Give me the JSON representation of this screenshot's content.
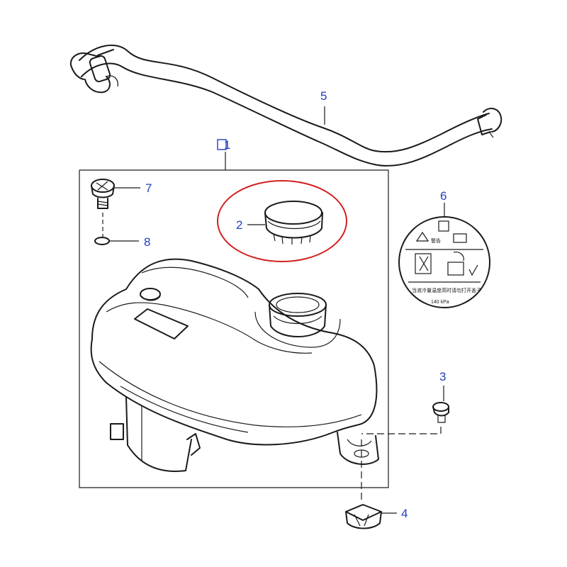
{
  "diagram": {
    "colors": {
      "callout_text": "#1f3fbf",
      "line": "#1a1a1a",
      "highlight": "#d22020"
    },
    "callouts": [
      {
        "id": "1",
        "text": "1"
      },
      {
        "id": "2",
        "text": "2"
      },
      {
        "id": "3",
        "text": "3"
      },
      {
        "id": "4",
        "text": "4"
      },
      {
        "id": "5",
        "text": "5"
      },
      {
        "id": "6",
        "text": "6"
      },
      {
        "id": "7",
        "text": "7"
      },
      {
        "id": "8",
        "text": "8"
      }
    ],
    "warning_label": {
      "heading": "警告",
      "chinese_text": "当液冷量温度高时请勿打开盖子",
      "pressure": "140 kPa"
    }
  }
}
